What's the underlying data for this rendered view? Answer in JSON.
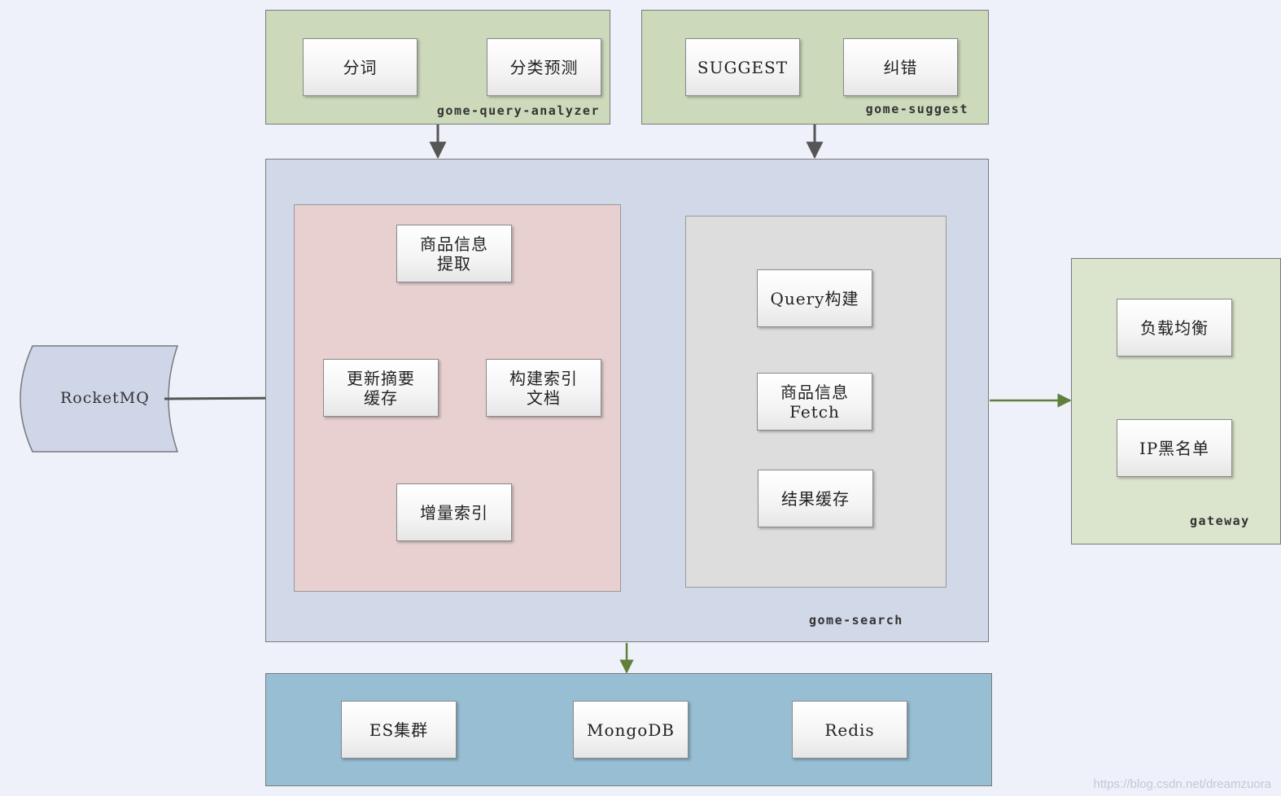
{
  "analyzer": {
    "tag": "gome-query-analyzer",
    "items": [
      "分词",
      "分类预测"
    ]
  },
  "suggest": {
    "tag": "gome-suggest",
    "items": [
      "SUGGEST",
      "纠错"
    ]
  },
  "search": {
    "tag": "gome-search",
    "index": {
      "extract": [
        "商品信息",
        "提取"
      ],
      "update_cache": [
        "更新摘要",
        "缓存"
      ],
      "build_doc": [
        "构建索引",
        "文档"
      ],
      "incremental": "增量索引"
    },
    "query": {
      "build": "Query构建",
      "fetch": [
        "商品信息",
        "Fetch"
      ],
      "result_cache": "结果缓存"
    }
  },
  "source": {
    "label": "RocketMQ"
  },
  "gateway": {
    "tag": "gateway",
    "items": [
      "负载均衡",
      "IP黑名单"
    ]
  },
  "storage": {
    "items": [
      "ES集群",
      "MongoDB",
      "Redis"
    ]
  },
  "watermark": "https://blog.csdn.net/dreamzuora",
  "colors": {
    "analyzer_bg": "#ccdabb",
    "search_bg": "#d1d8e8",
    "index_bg": "#e7d0cf",
    "query_bg": "#dddddd",
    "storage_bg": "#97bed3",
    "gateway_bg": "#dbe4cc",
    "rocketmq_bg": "#cfd6e8",
    "arrow_grey": "#555555",
    "arrow_green": "#5f7f3a"
  }
}
